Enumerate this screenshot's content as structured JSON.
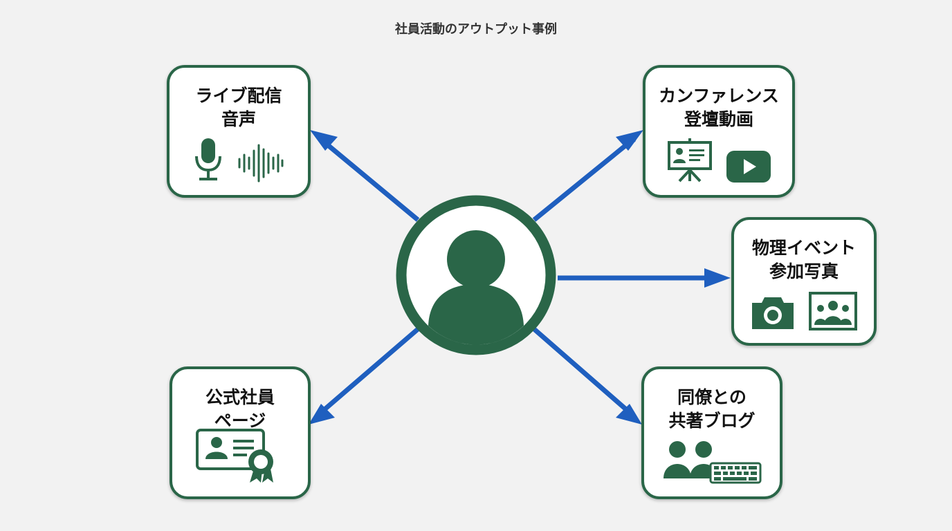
{
  "title": "社員活動のアウトプット事例",
  "colors": {
    "green": "#2a6648",
    "arrow": "#1f5fbf",
    "background": "#f2f2f2"
  },
  "hub": {
    "icon": "user-avatar-icon"
  },
  "cards": [
    {
      "id": "live",
      "line1": "ライブ配信",
      "line2": "音声",
      "icons": [
        "microphone-icon",
        "sound-wave-icon"
      ]
    },
    {
      "id": "conf",
      "line1": "カンファレンス",
      "line2": "登壇動画",
      "icons": [
        "presentation-board-icon",
        "video-play-icon"
      ]
    },
    {
      "id": "event",
      "line1": "物理イベント",
      "line2": "参加写真",
      "icons": [
        "camera-icon",
        "group-photo-icon"
      ]
    },
    {
      "id": "page",
      "line1": "公式社員",
      "line2": "ページ",
      "icons": [
        "profile-card-award-icon"
      ]
    },
    {
      "id": "blog",
      "line1": "同僚との",
      "line2": "共著ブログ",
      "icons": [
        "people-keyboard-icon"
      ]
    }
  ]
}
